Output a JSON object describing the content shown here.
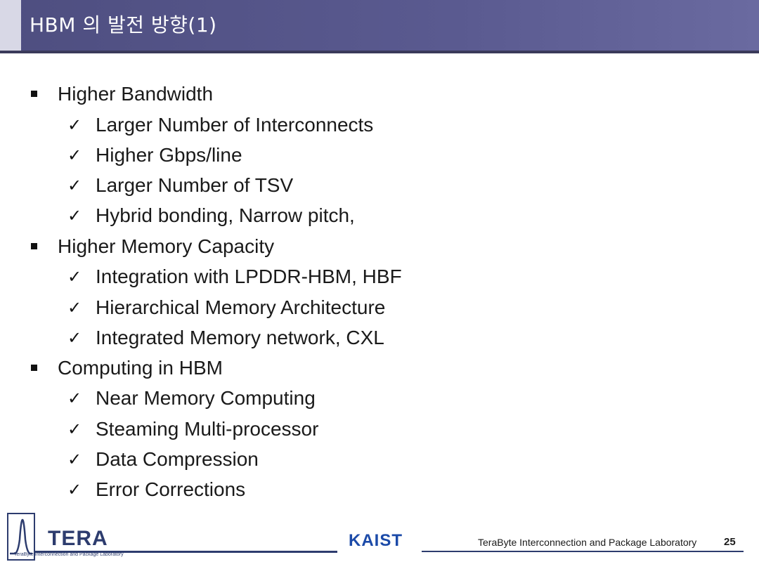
{
  "header": {
    "title": "HBM 의 발전 방향(1)"
  },
  "sections": [
    {
      "heading": "Higher Bandwidth",
      "items": [
        "Larger Number of Interconnects",
        "Higher Gbps/line",
        "Larger Number of TSV",
        "Hybrid bonding, Narrow pitch,"
      ]
    },
    {
      "heading": "Higher Memory Capacity",
      "items": [
        "Integration with LPDDR-HBM, HBF",
        "Hierarchical Memory Architecture",
        "Integrated Memory network, CXL"
      ]
    },
    {
      "heading": "Computing in HBM",
      "items": [
        "Near Memory Computing",
        "Steaming Multi-processor",
        "Data Compression",
        "Error Corrections"
      ]
    }
  ],
  "footer": {
    "tera_logo_text": "TERA",
    "tera_subtitle": "TeraByte Interconnection and Package Laboratory",
    "kaist_logo_text": "KAIST",
    "lab_name": "TeraByte Interconnection and Package Laboratory",
    "page_number": "25"
  },
  "colors": {
    "title_bar": "#55558a",
    "title_accent": "#d8d8e6",
    "text": "#1a1a1a",
    "tera_blue": "#2d3c6e",
    "kaist_blue": "#1b4aa8"
  }
}
